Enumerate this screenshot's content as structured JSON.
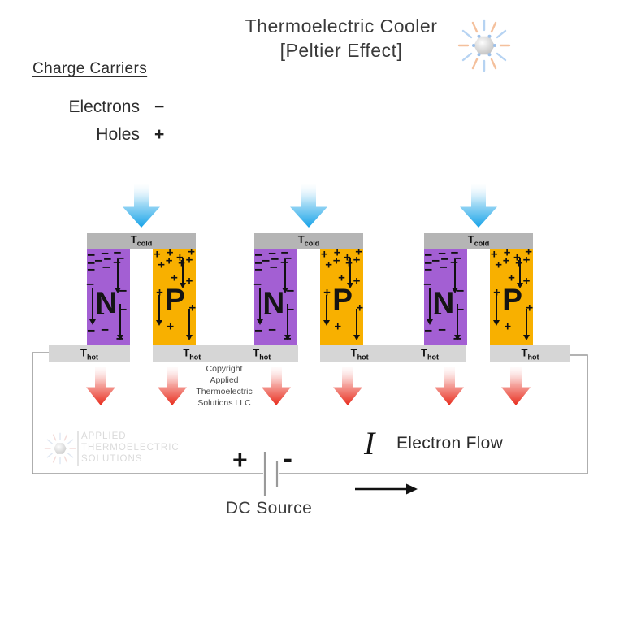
{
  "title": {
    "line1": "Thermoelectric Cooler",
    "line2": "[Peltier Effect]"
  },
  "legend": {
    "heading": "Charge Carriers",
    "items": [
      {
        "label": "Electrons",
        "symbol": "−"
      },
      {
        "label": "Holes",
        "symbol": "+"
      }
    ]
  },
  "plates": {
    "cold_main": "T",
    "cold_sub": "cold",
    "hot_main": "T",
    "hot_sub": "hot"
  },
  "blocks": {
    "n": {
      "letter": "N",
      "symbol": "−",
      "letter_pos": [
        45,
        56
      ],
      "symbols": [
        [
          10,
          7
        ],
        [
          42,
          5
        ],
        [
          71,
          4
        ],
        [
          78,
          10
        ],
        [
          10,
          15
        ],
        [
          27,
          13
        ],
        [
          48,
          11
        ],
        [
          70,
          14
        ],
        [
          10,
          22
        ],
        [
          45,
          19
        ],
        [
          8,
          37
        ],
        [
          84,
          44
        ],
        [
          32,
          67
        ],
        [
          84,
          63
        ],
        [
          10,
          85
        ],
        [
          42,
          84
        ],
        [
          77,
          93
        ]
      ],
      "arrows": [
        [
          72,
          11,
          41
        ],
        [
          13,
          40,
          74
        ],
        [
          78,
          57,
          90
        ]
      ]
    },
    "p": {
      "letter": "P",
      "symbol": "+",
      "letter_pos": [
        52,
        53
      ],
      "symbols": [
        [
          10,
          6
        ],
        [
          40,
          4
        ],
        [
          63,
          9
        ],
        [
          90,
          3
        ],
        [
          20,
          17
        ],
        [
          38,
          13
        ],
        [
          67,
          15
        ],
        [
          85,
          12
        ],
        [
          50,
          30
        ],
        [
          85,
          34
        ],
        [
          16,
          45
        ],
        [
          92,
          61
        ],
        [
          41,
          81
        ]
      ],
      "arrows": [
        [
          69,
          9,
          36
        ],
        [
          16,
          48,
          75
        ],
        [
          84,
          62,
          90
        ]
      ]
    }
  },
  "copyright": {
    "lines": [
      "Copyright",
      "Applied",
      "Thermoelectric",
      "Solutions LLC"
    ]
  },
  "watermark": {
    "lines": [
      "APPLIED",
      "THERMOELECTRIC",
      "SOLUTIONS"
    ]
  },
  "circuit": {
    "plus_label": "+",
    "minus_label": "-",
    "source_label": "DC Source",
    "current_symbol": "I",
    "flow_label": "Electron Flow"
  },
  "colors": {
    "n_block": "#a35fd3",
    "p_block": "#f8b000",
    "cold_plate": "#b5b5b5",
    "hot_plate": "#d6d6d6",
    "heat_in_blue": "#18a3e8",
    "heat_out_red": "#e82d1e",
    "wire": "#9a9a9a",
    "text": "#3a3a3a"
  }
}
